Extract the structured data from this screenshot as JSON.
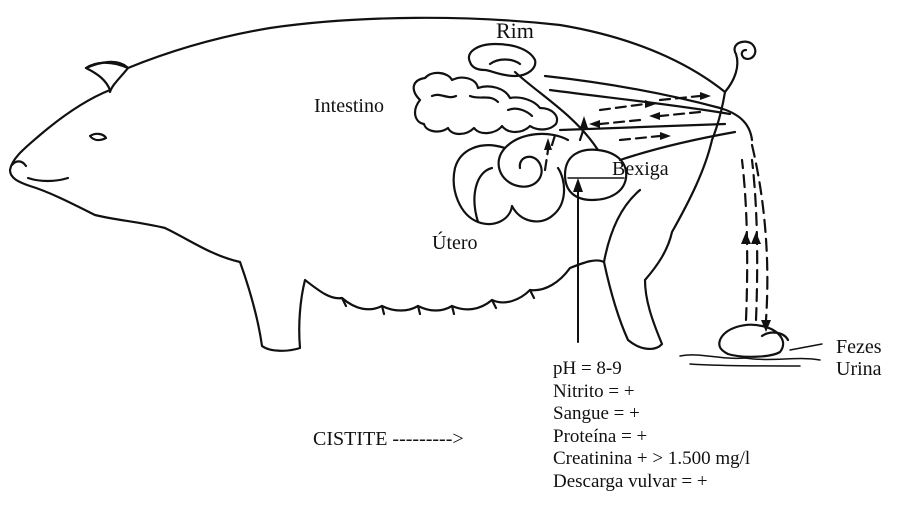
{
  "labels": {
    "rim": "Rim",
    "intestino": "Intestino",
    "bexiga": "Bexiga",
    "utero": "Útero",
    "fezes": "Fezes",
    "urina": "Urina",
    "cistite": "CISTITE --------->"
  },
  "results": [
    "pH = 8-9",
    "Nitrito = +",
    "Sangue = +",
    "Proteína = +",
    "Creatinina + > 1.500 mg/l",
    "Descarga vulvar = +"
  ],
  "colors": {
    "ink": "#111111",
    "background": "#ffffff"
  }
}
